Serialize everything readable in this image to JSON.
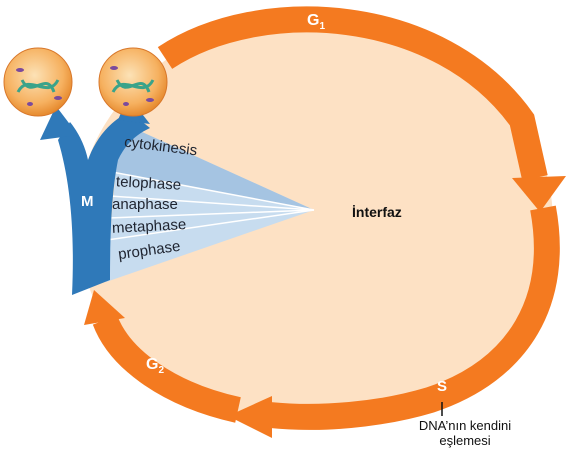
{
  "title": "",
  "center_label": "İnterfaz",
  "phases": {
    "g1": {
      "letter": "G",
      "sub": "1"
    },
    "g2": {
      "letter": "G",
      "sub": "2"
    },
    "s": "S",
    "m": "M"
  },
  "mitosis_steps": [
    "cytokinesis",
    "telophase",
    "anaphase",
    "metaphase",
    "prophase"
  ],
  "annotation": {
    "line1": "DNA’nın kendini",
    "line2": "eşlemesi"
  },
  "colors": {
    "orange": "#f47a20",
    "interphase_fill": "#fde1c4",
    "blue": "#2f79b9",
    "wedge_light": "#c7dcef",
    "wedge_mid": "#a5c4e2",
    "cell": "#f4a24d"
  }
}
